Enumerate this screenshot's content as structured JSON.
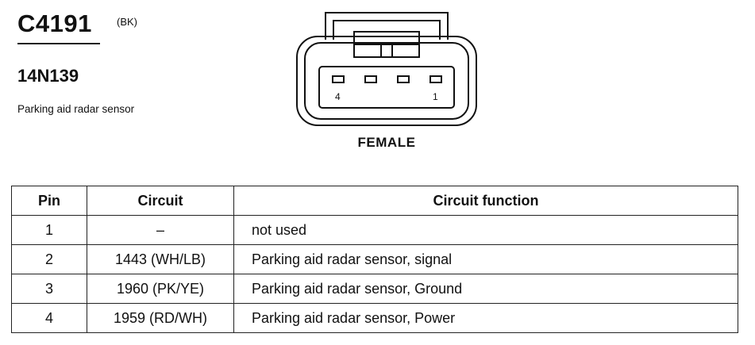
{
  "connector": {
    "id": "C4191",
    "color_code": "(BK)",
    "part_number": "14N139",
    "description": "Parking aid radar sensor",
    "pin_label_left": "4",
    "pin_label_right": "1",
    "gender": "FEMALE"
  },
  "table": {
    "headers": [
      "Pin",
      "Circuit",
      "Circuit function"
    ],
    "rows": [
      {
        "pin": "1",
        "circuit": "–",
        "function": "not used"
      },
      {
        "pin": "2",
        "circuit": "1443 (WH/LB)",
        "function": "Parking aid radar sensor, signal"
      },
      {
        "pin": "3",
        "circuit": "1960 (PK/YE)",
        "function": "Parking aid radar sensor, Ground"
      },
      {
        "pin": "4",
        "circuit": "1959 (RD/WH)",
        "function": "Parking aid radar sensor, Power"
      }
    ]
  }
}
